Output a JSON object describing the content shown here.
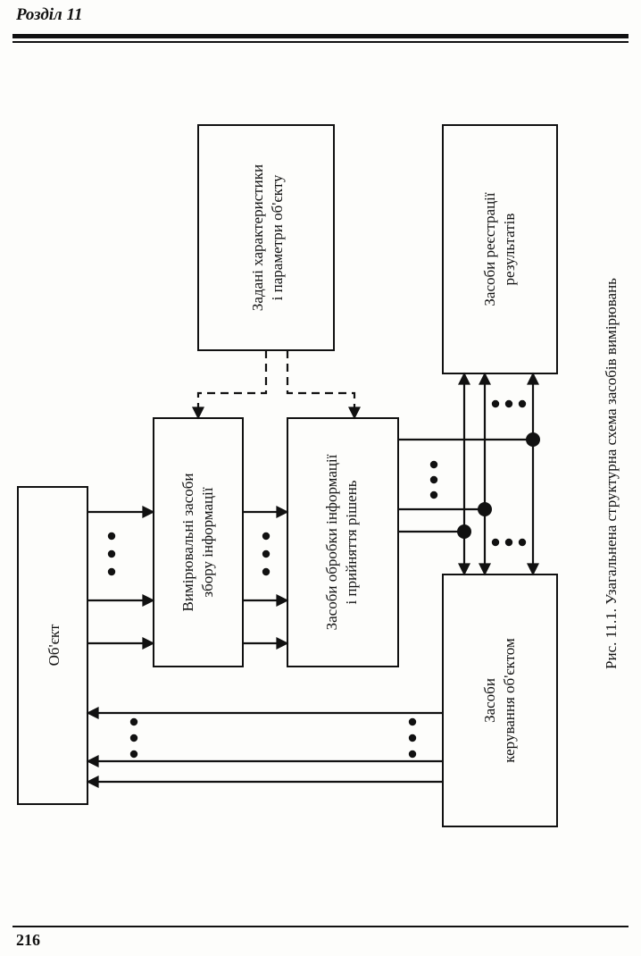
{
  "header": {
    "title": "Розділ 11"
  },
  "diagram": {
    "object_label": "Об'єкт",
    "measuring_line1": "Вимірювальні засоби",
    "measuring_line2": "збору інформації",
    "processing_line1": "Засоби обробки інформації",
    "processing_line2": "і прийняття рішень",
    "given_line1": "Задані характеристики",
    "given_line2": "і параметри об'єкту",
    "registration_line1": "Засоби реєстрації",
    "registration_line2": "результатів",
    "control_line1": "Засоби",
    "control_line2": "керування об'єктом"
  },
  "caption": "Рис. 11.1. Узагальнена структурна схема засобів вимірювань",
  "footer": {
    "page_number": "216"
  }
}
